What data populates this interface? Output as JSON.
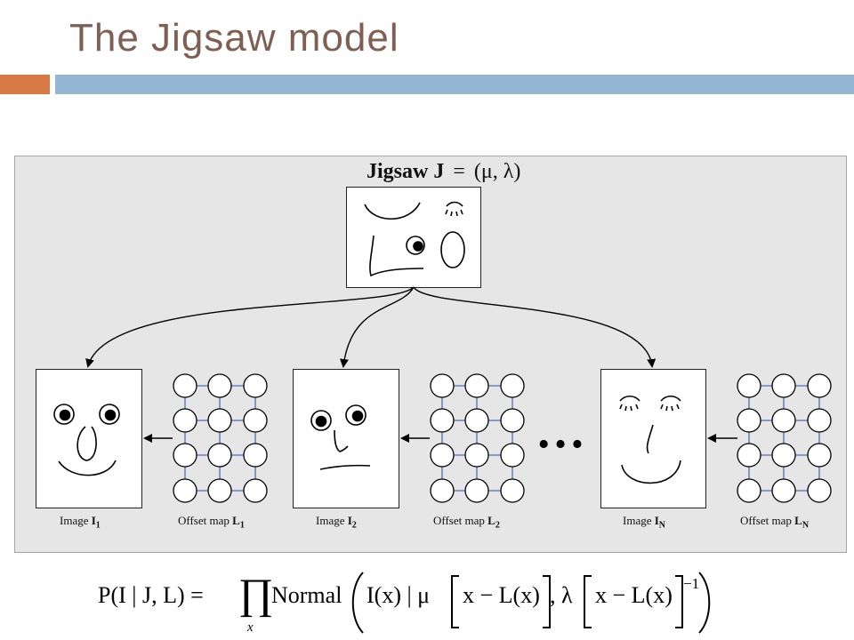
{
  "title": "The Jigsaw model",
  "jigsaw": {
    "label": "Jigsaw J",
    "eq": "=",
    "params": "(μ, λ)"
  },
  "captions": [
    {
      "prefix": "Image ",
      "sym": "I",
      "sub": "1"
    },
    {
      "prefix": "Offset map ",
      "sym": "L",
      "sub": "1"
    },
    {
      "prefix": "Image ",
      "sym": "I",
      "sub": "2"
    },
    {
      "prefix": "Offset map ",
      "sym": "L",
      "sub": "2"
    },
    {
      "prefix": "Image ",
      "sym": "I",
      "sub": "N"
    },
    {
      "prefix": "Offset map ",
      "sym": "L",
      "sub": "N"
    }
  ],
  "ellipsis": "…",
  "formula": {
    "lhs": "P(I | J, L) =",
    "prod": "∏",
    "prod_sub": "x",
    "body_1": "Normal",
    "body_2": "I(x) | μ",
    "body_3": "x − L(x)",
    "body_4": ", λ",
    "body_5": "x − L(x)",
    "exponent": "−1"
  },
  "colors": {
    "title": "#7f5f52",
    "accent_orange": "#d77a45",
    "accent_blue": "#94b6d2",
    "panel": "#e6e6e6",
    "grid_line": "#4a6fb5"
  }
}
